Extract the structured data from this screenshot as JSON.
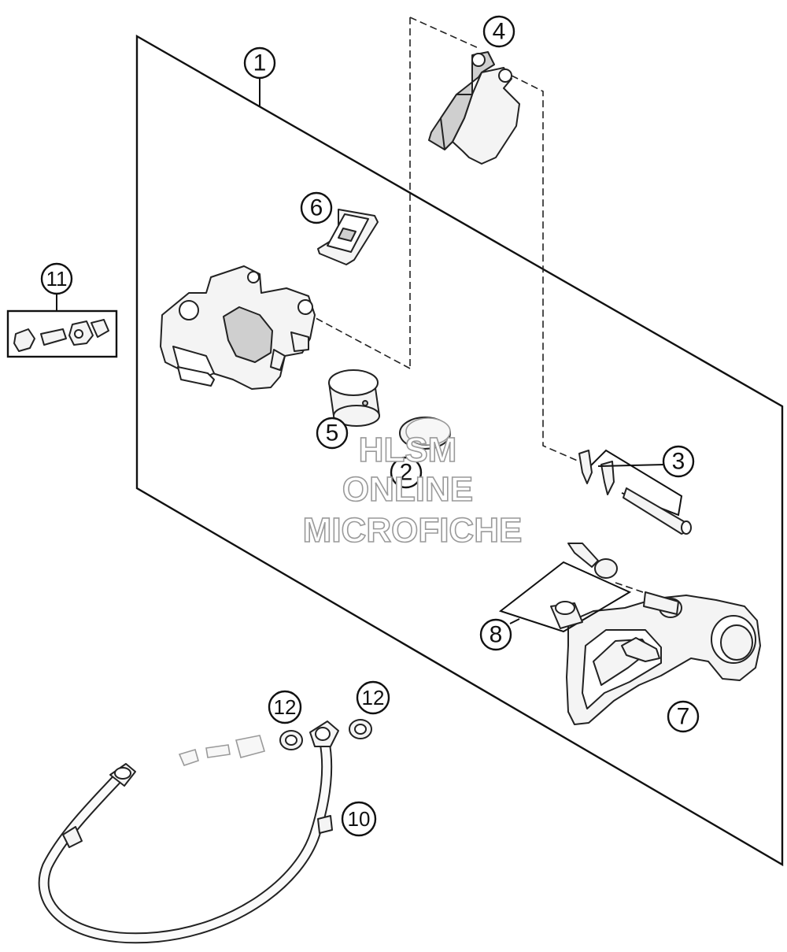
{
  "watermark": {
    "line1": "HLSM",
    "line2": "ONLINE",
    "line3": "MICROFICHE"
  },
  "callouts": [
    {
      "id": "1",
      "label": "1"
    },
    {
      "id": "2",
      "label": "2"
    },
    {
      "id": "3",
      "label": "3"
    },
    {
      "id": "4",
      "label": "4"
    },
    {
      "id": "5",
      "label": "5"
    },
    {
      "id": "6",
      "label": "6"
    },
    {
      "id": "7",
      "label": "7"
    },
    {
      "id": "8",
      "label": "8"
    },
    {
      "id": "10",
      "label": "10"
    },
    {
      "id": "11",
      "label": "11"
    },
    {
      "id": "12a",
      "label": "12"
    },
    {
      "id": "12b",
      "label": "12"
    }
  ],
  "colors": {
    "line": "#111111",
    "part_fill": "#f4f4f4",
    "watermark_stroke": "#9a9a9a"
  }
}
